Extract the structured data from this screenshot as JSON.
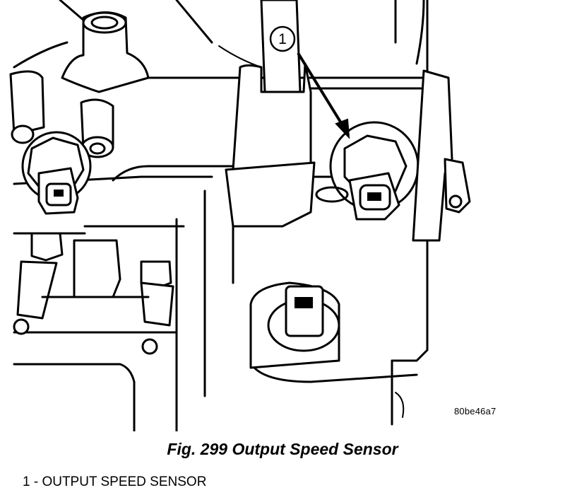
{
  "figure": {
    "image_id_text": "80be46a7",
    "callout": "1"
  },
  "caption": "Fig. 299 Output Speed Sensor",
  "legend": [
    {
      "text": "1 - OUTPUT SPEED SENSOR"
    }
  ]
}
